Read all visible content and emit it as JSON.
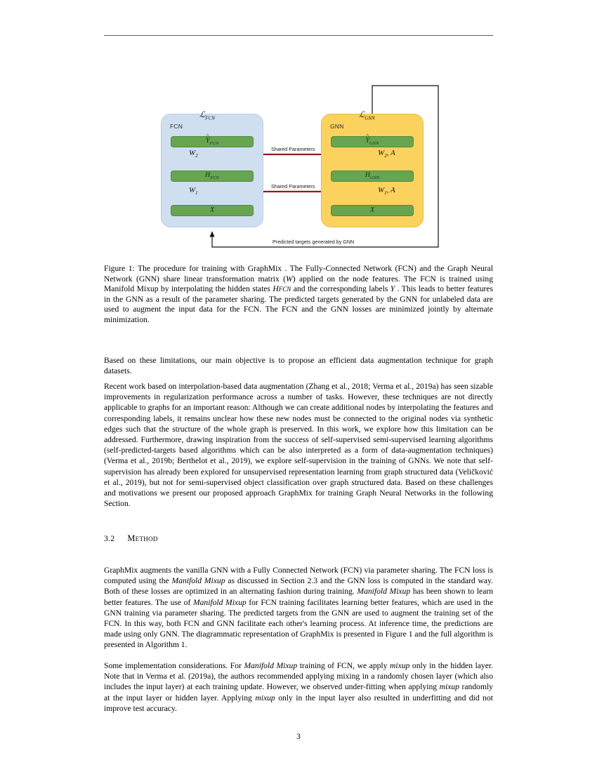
{
  "document": {
    "page_number": "3"
  },
  "figure": {
    "fcn_box": {
      "title": "FCN",
      "loss_label": "ℒ",
      "loss_sub": "FCN",
      "layers": [
        {
          "name": "Y",
          "hat": true,
          "sub": "FCN"
        },
        {
          "name": "H",
          "hat": false,
          "sub": "FCN"
        },
        {
          "name": "X",
          "hat": false,
          "sub": ""
        }
      ],
      "weights": [
        {
          "label": "W",
          "sub": "2"
        },
        {
          "label": "W",
          "sub": "1"
        }
      ]
    },
    "gnn_box": {
      "title": "GNN",
      "loss_label": "ℒ",
      "loss_sub": "GNN",
      "layers": [
        {
          "name": "Y",
          "hat": true,
          "sub": "GNN"
        },
        {
          "name": "H",
          "hat": false,
          "sub": "GNN"
        },
        {
          "name": "X",
          "hat": false,
          "sub": ""
        }
      ],
      "weights": [
        {
          "label": "W",
          "sub": "2",
          "suffix": ", A"
        },
        {
          "label": "W",
          "sub": "1",
          "suffix": ", A"
        }
      ]
    },
    "shared_parameter_labels": [
      "Shared Parameters",
      "Shared Parameters"
    ],
    "feedback_label": "Predicted targets generated by GNN",
    "colors": {
      "fcn_fill": "#cfdff0",
      "gnn_fill": "#fcd25f",
      "layer_fill": "#67a551",
      "layer_stroke": "#4e8a3c",
      "shared_arrow": "#8f1d1d",
      "flow_arrow": "#6e6e6e",
      "feedback_line": "#111111"
    }
  },
  "caption": {
    "label": "Figure 1:",
    "text": " The procedure for training with GraphMix . The Fully-Connected Network (FCN) and the Graph Neural Network (GNN) share linear transformation matrix (W) applied on the node features. The FCN is trained using Manifold Mixup by interpolating the hidden states HFCN and the corresponding labels Y . This leads to better features in the GNN as a result of the parameter sharing. The predicted targets generated by the GNN for unlabeled data are used to augment the input data for the FCN. The FCN and the GNN losses are minimized jointly by alternate minimization."
  },
  "paragraphs": {
    "p1": "Based on these limitations, our main objective is to propose an efficient data augmentation technique for graph datasets.",
    "p2": "Recent work based on interpolation-based data augmentation (Zhang et al., 2018; Verma et al., 2019a) has seen sizable improvements in regularization performance across a number of tasks. However, these techniques are not directly applicable to graphs for an important reason: Although we can create additional nodes by interpolating the features and corresponding labels, it remains unclear how these new nodes must be connected to the original nodes via synthetic edges such that the structure of the whole graph is preserved. In this work, we explore how this limitation can be addressed. Furthermore, drawing inspiration from the success of self-supervised semi-supervised learning algorithms (self-predicted-targets based algorithms which can be also interpreted as a form of data-augmentation techniques) (Verma et al., 2019b; Berthelot et al., 2019), we explore self-supervision in the training of GNNs. We note that self-supervision has already been explored for unsupervised representation learning from graph structured data (Veličković et al., 2019), but not for semi-supervised object classification over graph structured data. Based on these challenges and motivations we present our proposed approach GraphMix for training Graph Neural Networks in the following Section.",
    "p3_pre": "GraphMix augments the vanilla GNN with a Fully Connected Network (FCN) via parameter sharing. The FCN loss is computed using the ",
    "p3_mm1": "Manifold Mixup",
    "p3_a": " as discussed in Section 2.3 and the GNN loss is computed in the standard way. Both of these losses are optimized in an alternating fashion during training. ",
    "p3_mm2": "Manifold Mixup",
    "p3_b": " has been shown to learn better features. The use of ",
    "p3_mm3": "Manifold Mixup",
    "p3_c": " for FCN training facilitates learning better features, which are used in the GNN training via parameter sharing. The predicted targets from the GNN are used to augment the training set of the FCN. In this way, both FCN and GNN facilitate each other's learning process. At inference time, the predictions are made using only GNN. The diagrammatic representation of GraphMix is presented in Figure 1 and the full algorithm is presented in Algorithm 1.",
    "p4_pre": "Some implementation considerations. For ",
    "p4_mm1": "Manifold Mixup",
    "p4_a": " training of FCN, we apply ",
    "p4_mx1": "mixup",
    "p4_b": " only in the hidden layer. Note that in Verma et al. (2019a), the authors recommended applying mixing in a randomly chosen layer (which also includes the input layer) at each training update. However, we observed under-fitting when applying ",
    "p4_mx2": "mixup",
    "p4_c": " randomly at the input layer or hidden layer. Applying ",
    "p4_mx3": "mixup",
    "p4_d": " only in the input layer also resulted in underfitting and did not improve test accuracy."
  },
  "section": {
    "number": "3.2",
    "title": "Method"
  }
}
